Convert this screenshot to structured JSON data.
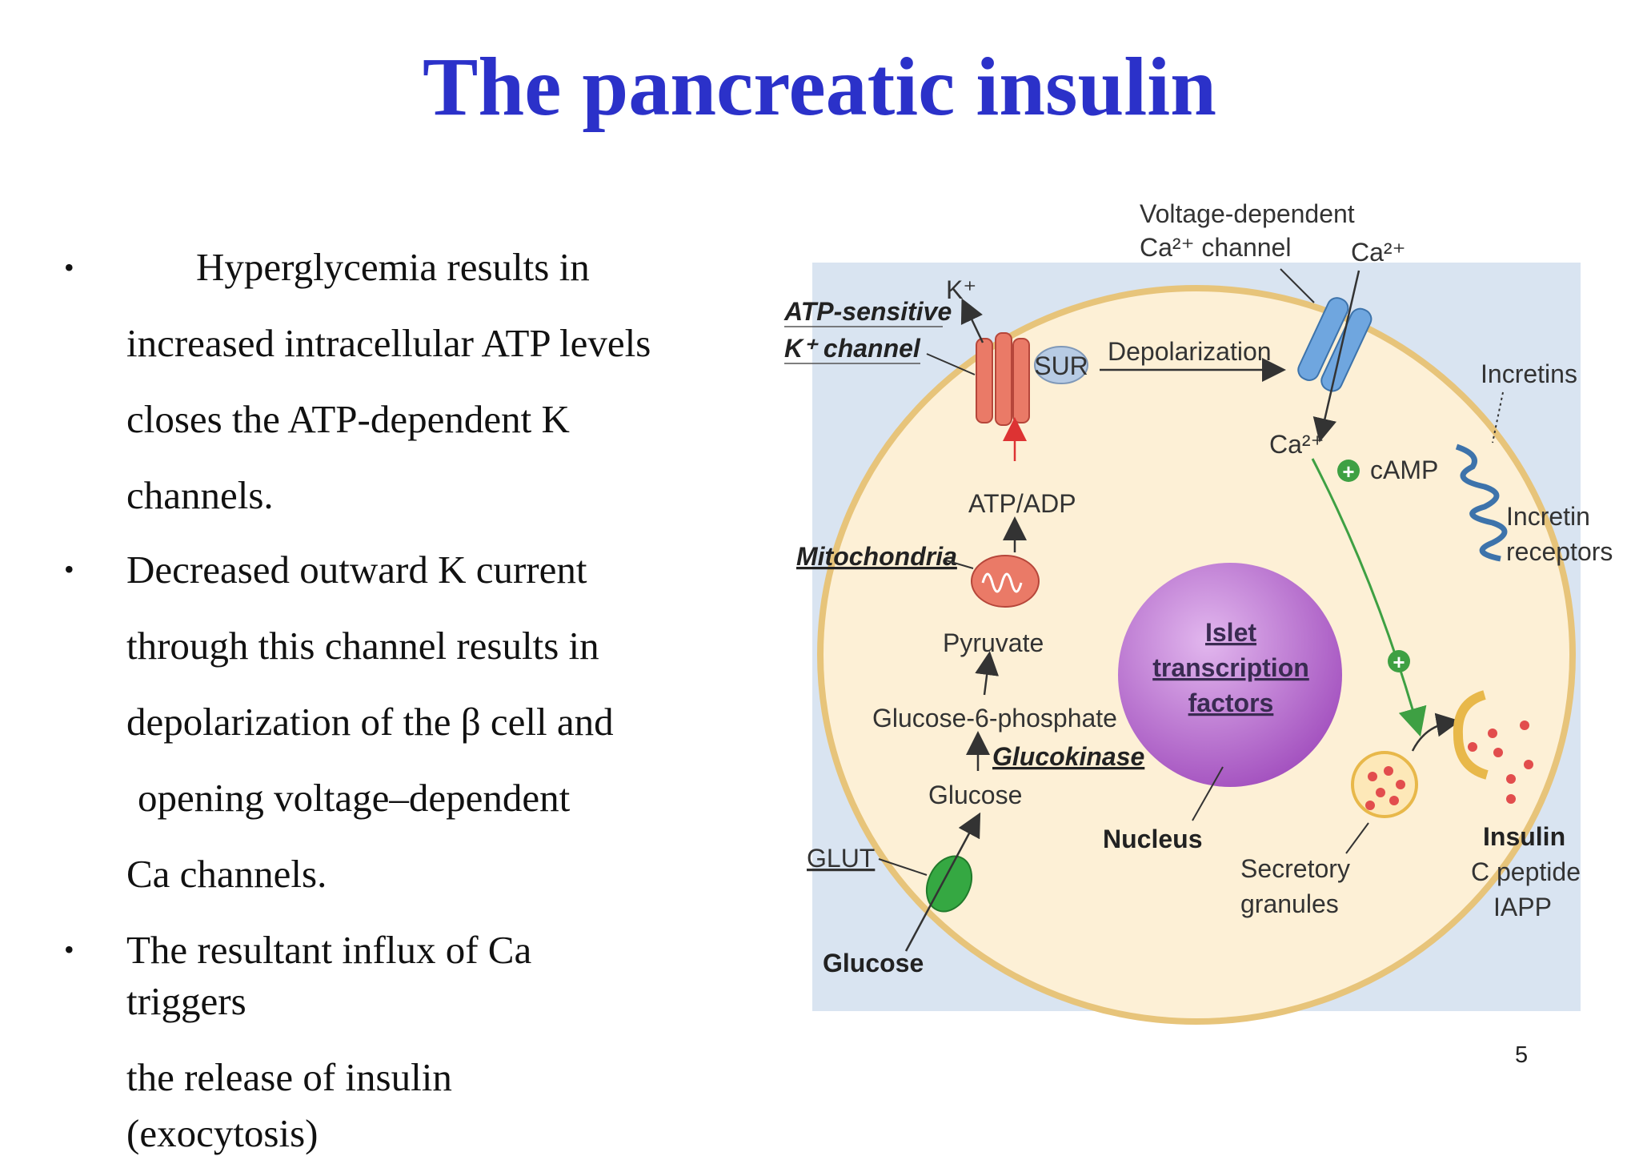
{
  "title": "The pancreatic insulin",
  "bullets": {
    "b1": {
      "lines": [
        "Hyperglycemia results in",
        "increased  intracellular ATP levels",
        "closes the  ATP-dependent K",
        "channels."
      ]
    },
    "b2": {
      "lines": [
        "Decreased outward K current",
        "through this channel results in",
        "depolarization of the β cell and",
        "opening voltage–dependent",
        "Ca  channels."
      ]
    },
    "b3": {
      "lines": [
        "The resultant influx of Ca",
        "triggers",
        "the release of insulin",
        "(exocytosis)"
      ]
    }
  },
  "page_number": "5",
  "diagram": {
    "atp_channel": "ATP-sensitive",
    "atp_channel2": "K⁺ channel",
    "k_plus": "K⁺",
    "sur": "SUR",
    "depolarization": "Depolarization",
    "vdcc1": "Voltage-dependent",
    "vdcc2": "Ca²⁺ channel",
    "ca_out": "Ca²⁺",
    "ca_in": "Ca²⁺",
    "camp": "cAMP",
    "incretins": "Incretins",
    "incretin_receptors1": "Incretin",
    "incretin_receptors2": "receptors",
    "atp_adp": "ATP/ADP",
    "mitochondria": "Mitochondria",
    "pyruvate": "Pyruvate",
    "g6p": "Glucose-6-phosphate",
    "glucokinase": "Glucokinase",
    "glucose_in": "Glucose",
    "glut": "GLUT",
    "glucose_out": "Glucose",
    "islet1": "Islet",
    "islet2": "transcription",
    "islet3": "factors",
    "nucleus": "Nucleus",
    "secretory1": "Secretory",
    "secretory2": "granules",
    "insulin": "Insulin",
    "c_peptide": "C peptide",
    "iapp": "IAPP",
    "plus": "+"
  },
  "colors": {
    "title": "#2b31c9",
    "background_panel": "#d9e4f1",
    "cell_fill": "#fdf0d6",
    "cell_border": "#e7c47a",
    "nucleus": "#a95cc0",
    "k_channel": "#ea7a67",
    "ca_channel": "#6fa6df",
    "glut": "#35a842",
    "green_arrow": "#3ea043"
  }
}
